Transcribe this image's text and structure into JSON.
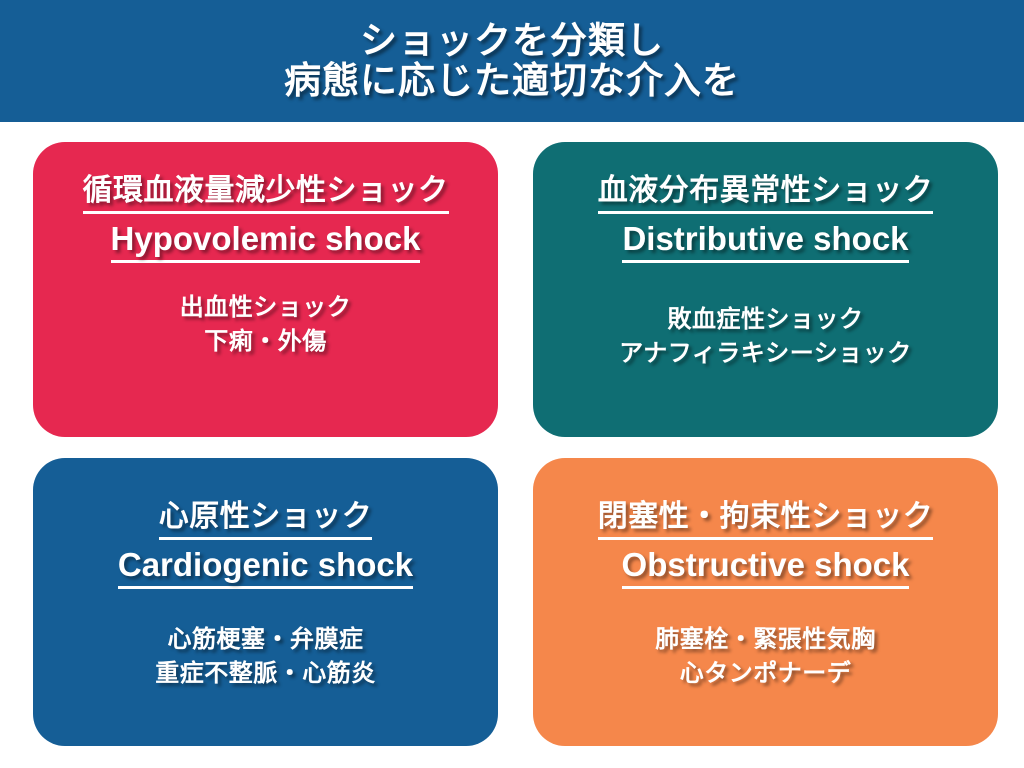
{
  "header": {
    "title_line1": "ショックを分類し",
    "title_line2": "病態に応じた適切な介入を",
    "background_color": "#155E96",
    "text_color": "#FFFFFF"
  },
  "cards": [
    {
      "id": "hypovolemic",
      "title_ja": "循環血液量減少性ショック",
      "title_en": "Hypovolemic shock",
      "body_lines": [
        "出血性ショック",
        "下痢・外傷"
      ],
      "color": "#E62850"
    },
    {
      "id": "distributive",
      "title_ja": "血液分布異常性ショック",
      "title_en": "Distributive shock",
      "body_lines": [
        "敗血症性ショック",
        "アナフィラキシーショック"
      ],
      "color": "#0F6E73"
    },
    {
      "id": "cardiogenic",
      "title_ja": "心原性ショック",
      "title_en": "Cardiogenic shock",
      "body_lines": [
        "心筋梗塞・弁膜症",
        "重症不整脈・心筋炎"
      ],
      "color": "#155E96"
    },
    {
      "id": "obstructive",
      "title_ja": "閉塞性・拘束性ショック",
      "title_en": "Obstructive shock",
      "body_lines": [
        "肺塞栓・緊張性気胸",
        "心タンポナーデ"
      ],
      "color": "#F5874B"
    }
  ]
}
